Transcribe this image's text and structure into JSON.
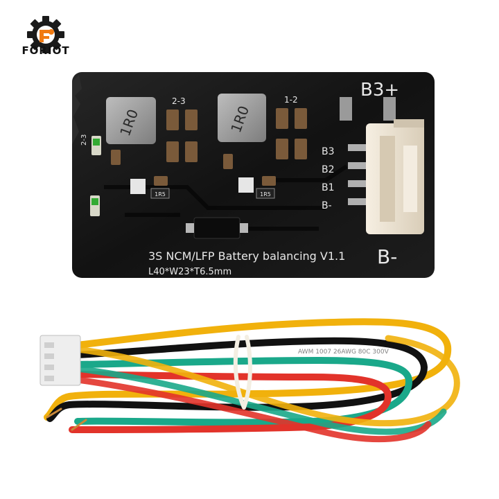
{
  "brand": {
    "name": "FORIOT",
    "logo_icon": "gear-logo-icon",
    "accent": "#f07a12"
  },
  "board": {
    "title": "3S NCM/LFP Battery balancing V1.1",
    "dimensions": "L40*W23*T6.5mm",
    "terminal_pos": "B3+",
    "terminal_neg": "B-",
    "pin_labels": [
      "B3",
      "B2",
      "B1",
      "B-"
    ],
    "inductor_mark_1": "1R0",
    "inductor_mark_2": "1R0",
    "pair_label_1": "2-3",
    "pair_label_2": "1-2",
    "led_label": "2-3",
    "resistor_mark_1": "1R5",
    "resistor_mark_2": "1R5",
    "pcb_color": "#151515",
    "connector_color": "#ece3d4"
  },
  "cable": {
    "wire_colors": [
      "#f1b10c",
      "#111111",
      "#1aa88a",
      "#e2332a"
    ],
    "print_text": "AWM 1007 26AWG 80C 300V"
  }
}
